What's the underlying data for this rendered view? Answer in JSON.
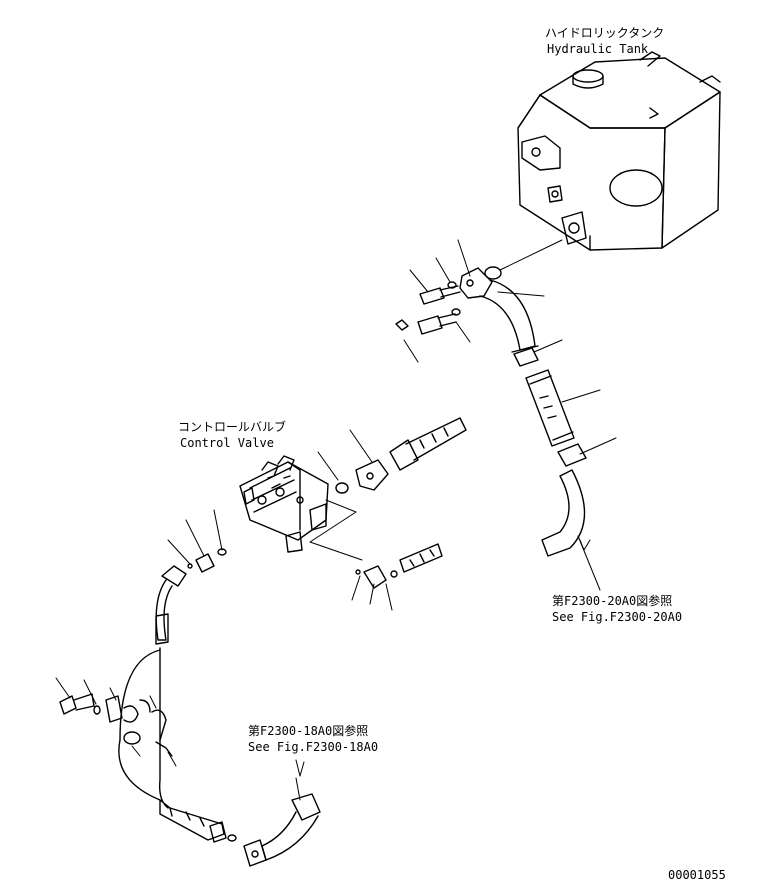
{
  "labels": {
    "hydraulic_tank_jp": "ハイドロリックタンク",
    "hydraulic_tank_en": "Hydraulic Tank",
    "control_valve_jp": "コントロールバルブ",
    "control_valve_en": "Control Valve",
    "ref_20a0_jp": "第F2300-20A0図参照",
    "ref_20a0_en": "See Fig.F2300-20A0",
    "ref_18a0_jp": "第F2300-18A0図参照",
    "ref_18a0_en": "See Fig.F2300-18A0",
    "drawing_number": "00001055"
  },
  "colors": {
    "ink": "#000000",
    "paper": "#ffffff"
  }
}
